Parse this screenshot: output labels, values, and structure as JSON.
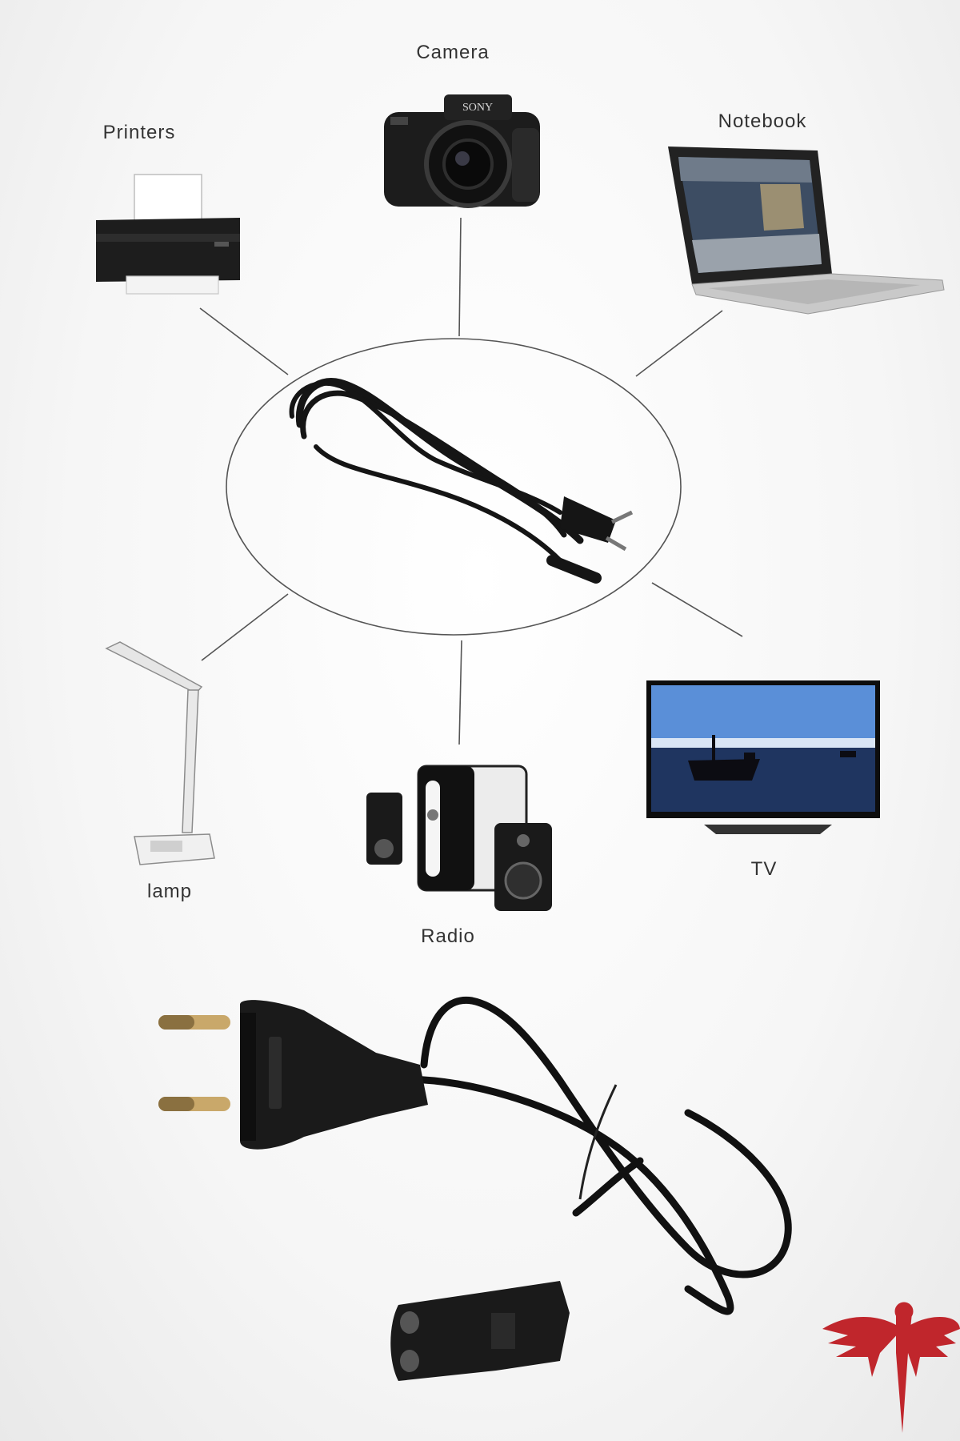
{
  "devices": {
    "camera": {
      "label": "Camera",
      "brand": "SONY"
    },
    "printers": {
      "label": "Printers"
    },
    "notebook": {
      "label": "Notebook"
    },
    "lamp": {
      "label": "lamp"
    },
    "radio": {
      "label": "Radio"
    },
    "tv": {
      "label": "TV"
    }
  },
  "hub": {
    "item": "power-cord-icon"
  },
  "product": {
    "item": "eu-plug-power-cable-icon"
  },
  "logo": {
    "item": "phoenix-logo-icon",
    "color": "#c0262c"
  },
  "colors": {
    "line": "#555555",
    "device_dark": "#1c1c1c",
    "tv_sky": "#5a8fd8"
  }
}
